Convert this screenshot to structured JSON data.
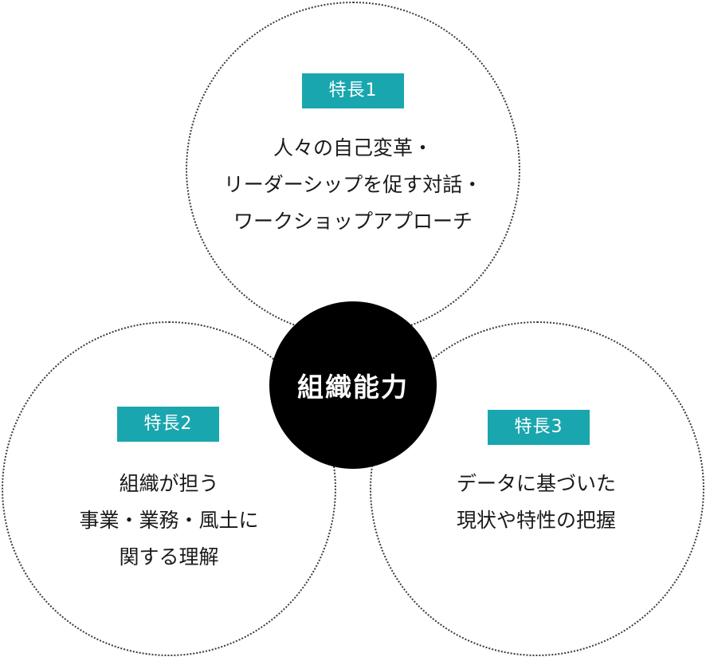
{
  "center": {
    "label": "組織能力"
  },
  "features": [
    {
      "badge": "特長1",
      "lines": [
        "人々の自己変革・",
        "リーダーシップを促す対話・",
        "ワークショップアプローチ"
      ]
    },
    {
      "badge": "特長2",
      "lines": [
        "組織が担う",
        "事業・業務・風土に",
        "関する理解"
      ]
    },
    {
      "badge": "特長3",
      "lines": [
        "データに基づいた",
        "現状や特性の把握"
      ]
    }
  ],
  "colors": {
    "badge": "#1aa6ae",
    "center": "#000000",
    "ring": "#3a3a3a"
  }
}
